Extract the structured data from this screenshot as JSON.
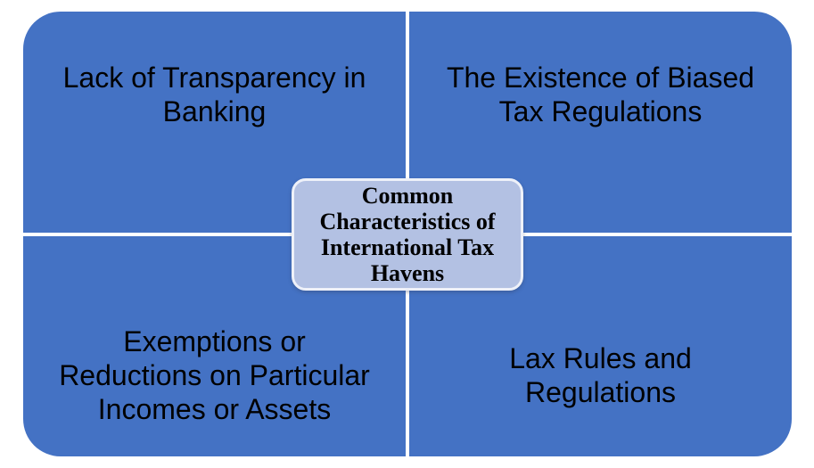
{
  "diagram": {
    "type": "titled-matrix-smartart",
    "title": "Common Characteristics of International Tax Havens",
    "center": {
      "label": "Common\nCharacteristics of\nInternational Tax\nHavens"
    },
    "quadrants": [
      {
        "position": "top-left",
        "label": "Lack of Transparency in\nBanking"
      },
      {
        "position": "top-right",
        "label": "The Existence of Biased\nTax Regulations"
      },
      {
        "position": "bottom-left",
        "label": "Exemptions or\nReductions on Particular\nIncomes or Assets"
      },
      {
        "position": "bottom-right",
        "label": "Lax Rules and\nRegulations"
      }
    ],
    "colors": {
      "quadrant_fill": "#4472c4",
      "center_fill": "#b3c1e3",
      "center_border": "#eef1f9",
      "text": "#000000",
      "background": "#ffffff"
    }
  }
}
